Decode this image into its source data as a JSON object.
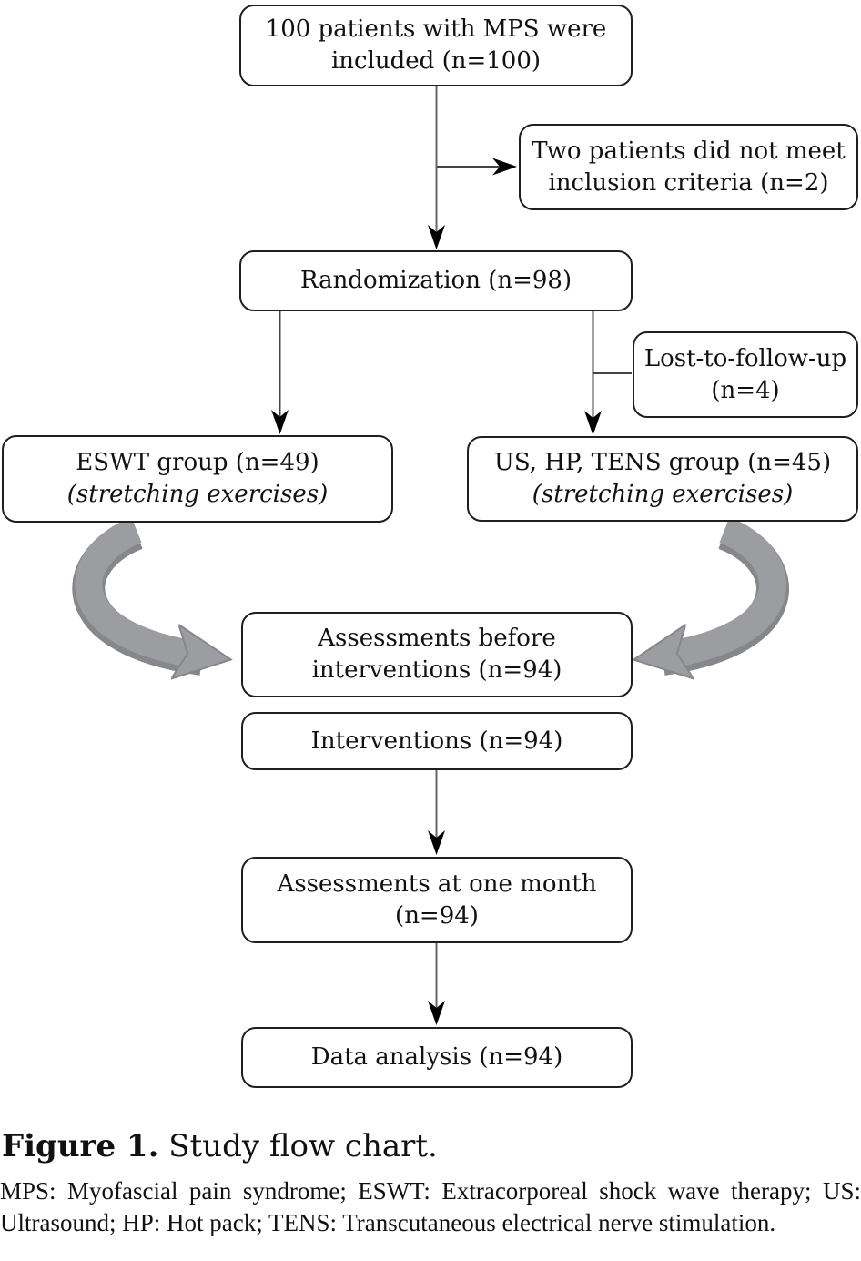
{
  "figure": {
    "caption_label": "Figure 1.",
    "caption_text": " Study flow chart.",
    "footnote": "MPS: Myofascial pain syndrome; ESWT: Extracorporeal shock wave therapy; US: Ultrasound; HP: Hot pack; TENS: Transcutaneous electrical nerve stimulation."
  },
  "flowchart": {
    "nodes": {
      "included": {
        "lines": [
          "100 patients with MPS were",
          "included (n=100)"
        ]
      },
      "exclusion": {
        "lines": [
          "Two patients did not meet",
          "inclusion criteria (n=2)"
        ]
      },
      "randomization": {
        "label": "Randomization (n=98)"
      },
      "lost_to_follow_up": {
        "lines": [
          "Lost-to-follow-up",
          "(n=4)"
        ]
      },
      "eswt_group": {
        "title": "ESWT group (n=49)",
        "subtitle": "(stretching exercises)"
      },
      "us_hp_tens_group": {
        "title": "US, HP, TENS group (n=45)",
        "subtitle": "(stretching exercises)"
      },
      "assessments_before": {
        "lines": [
          "Assessments before",
          "interventions (n=94)"
        ]
      },
      "interventions": {
        "label": "Interventions (n=94)"
      },
      "assessments_one_month": {
        "lines": [
          "Assessments at one month",
          "(n=94)"
        ]
      },
      "data_analysis": {
        "label": "Data analysis (n=94)"
      }
    },
    "colors": {
      "box_border": "#1f1f1f",
      "connector_line": "#666666",
      "arrowhead": "#000000",
      "curved_arrow": "#9b9da0",
      "curved_arrow_shade": "#85878a"
    }
  }
}
